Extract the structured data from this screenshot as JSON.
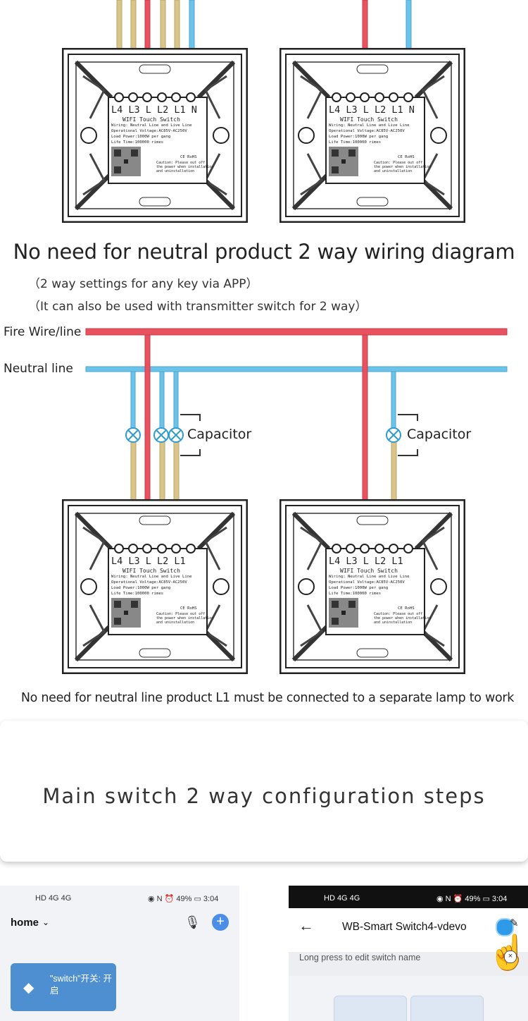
{
  "diagram": {
    "title": "No need for neutral product 2 way  wiring diagram",
    "subtitle1": "（2 way settings for any key via APP）",
    "subtitle2": "（It can also be used with transmitter switch for 2 way）",
    "fire_label": "Fire Wire/line",
    "neutral_label": "Neutral line",
    "capacitor_label": "Capacitor",
    "footnote": "No need for neutral line product L1 must be connected to a separate lamp to work",
    "colors": {
      "fire": "#e8525e",
      "neutral": "#6cc3ea",
      "load": "#d9c48a",
      "panel": "#2a2a2a"
    }
  },
  "switch_panel": {
    "terminals_with_n": "L4 L3 L L2 L1 N",
    "terminals_no_n": "L4 L3 L L2 L1",
    "product": "WIFI Touch Switch",
    "spec1": "Wiring: Neutral Line and Live Line",
    "spec2": "Operational Voltage:AC85V-AC250V",
    "spec3": "Load Power:1000W per gang",
    "spec4": "Life Time:100000 rimes",
    "cert": "CE RoHS",
    "caution1": "Caution: Please out off",
    "caution2": "the power when installation",
    "caution3": "and uninstallation"
  },
  "section": {
    "title": "Main switch 2 way configuration steps"
  },
  "phone_left": {
    "status_left": "HD 4G 4G",
    "status_right": "◉ N ⏰ 49% ▭ 3:04",
    "title": "home",
    "scene_label": "\"switch\"开关: 开启"
  },
  "phone_right": {
    "status_left": "HD 4G 4G",
    "status_right": "◉ N ⏰ 49% ▭ 3:04",
    "title": "WB-Smart Switch4-vdevo",
    "hint": "Long press to edit switch name"
  }
}
